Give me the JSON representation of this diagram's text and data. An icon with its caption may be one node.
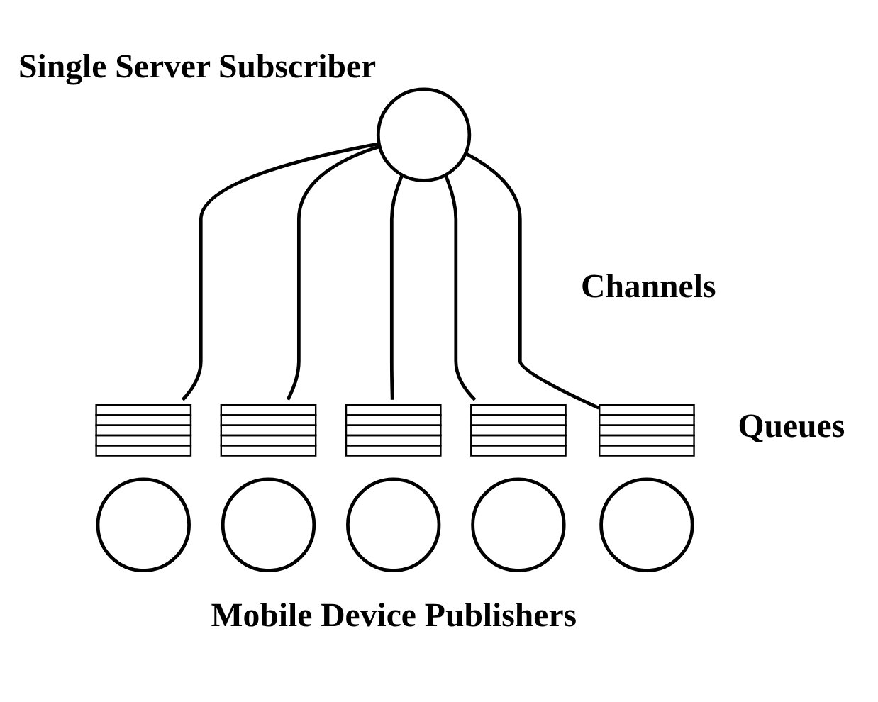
{
  "diagram": {
    "nodes": [
      {
        "text": [
          "Single Server Subscriber"
        ]
      },
      {
        "text": [],
        "shape": "box"
      },
      {
        "text": [],
        "shape": "box"
      },
      {
        "text": [],
        "shape": "box"
      },
      {
        "text": [],
        "shape": "box"
      },
      {
        "text": [],
        "shape": "box"
      },
      {
        "text": [],
        "shape": "circle"
      },
      {
        "text": [],
        "shape": "circle"
      },
      {
        "text": [],
        "shape": "circle"
      },
      {
        "text": [],
        "shape": "circle"
      },
      {
        "text": [],
        "shape": "circle"
      }
    ],
    "edges": [
      {
        "from": 0,
        "to": 1,
        "arrow": "none"
      },
      {
        "from": 0,
        "to": 2,
        "arrow": "none"
      },
      {
        "from": 0,
        "to": 3,
        "arrow": "none"
      },
      {
        "from": 0,
        "to": 4,
        "arrow": "none"
      },
      {
        "from": 0,
        "to": 5,
        "arrow": "none"
      }
    ],
    "labels": [
      "Channels",
      "Queues",
      "Mobile Device Publishers"
    ]
  }
}
